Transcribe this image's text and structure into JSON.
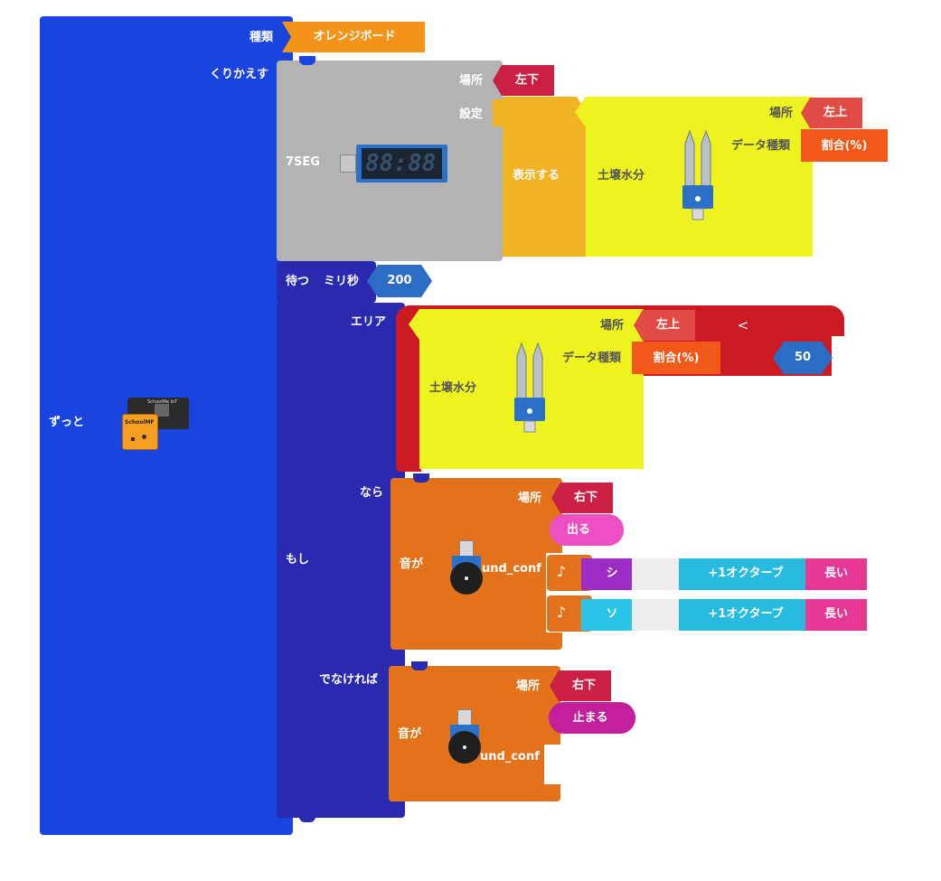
{
  "blocks": {
    "board_type": {
      "label": "種類",
      "value": "オレンジボード"
    },
    "forever_label": "ずっと",
    "repeat_label": "くりかえす",
    "seg7": {
      "name": "7SEG",
      "location_label": "場所",
      "location_value": "左下",
      "setting_label": "設定",
      "digits": "88:88"
    },
    "display": {
      "label": "表示する"
    },
    "soil1": {
      "label": "土壌水分",
      "location_label": "場所",
      "location_value": "左上",
      "type_label": "データ種類",
      "type_value": "割合(%)"
    },
    "wait": {
      "label": "待つ",
      "unit": "ミリ秒",
      "value": "200"
    },
    "if_block": {
      "if_label": "もし",
      "area_label": "エリア",
      "then_label": "なら",
      "else_label": "でなければ"
    },
    "compare": {
      "operator": "<",
      "value": "50"
    },
    "soil2": {
      "label": "土壌水分",
      "location_label": "場所",
      "location_value": "左上",
      "type_label": "データ種類",
      "type_value": "割合(%)"
    },
    "sound_then": {
      "label": "音が",
      "conf_text": "und_conf",
      "location_label": "場所",
      "location_value": "右下",
      "action": "出る"
    },
    "notes": [
      {
        "icon": "♪",
        "note": "シ",
        "octave": "+1オクターブ",
        "length": "長い"
      },
      {
        "icon": "♪",
        "note": "ソ",
        "octave": "+1オクターブ",
        "length": "長い"
      }
    ],
    "sound_else": {
      "label": "音が",
      "conf_text": "und_conf",
      "location_label": "場所",
      "location_value": "右下",
      "action": "止まる"
    }
  },
  "colors": {
    "forever": "#1a44e0",
    "if": "#2a2ab0",
    "wait": "#1a44e0",
    "board": "#f39418",
    "segment": "#b3b3b3",
    "display": "#f0b324",
    "soil": "#eef21e",
    "location": "#cc1f44",
    "data_type": "#f25817",
    "compare": "#cc1a22",
    "number": "#2b6cc4",
    "sound": "#e3721a",
    "emit": "#ec4fc4",
    "stop": "#c31f9c",
    "note_b": "#9c2cc4",
    "note_g": "#2cc4e8",
    "octave": "#27bbe0",
    "length": "#e73896"
  },
  "board_icon": {
    "brand_text": "SchoolMF",
    "brand_text_2": "SchoolMe IoT"
  }
}
